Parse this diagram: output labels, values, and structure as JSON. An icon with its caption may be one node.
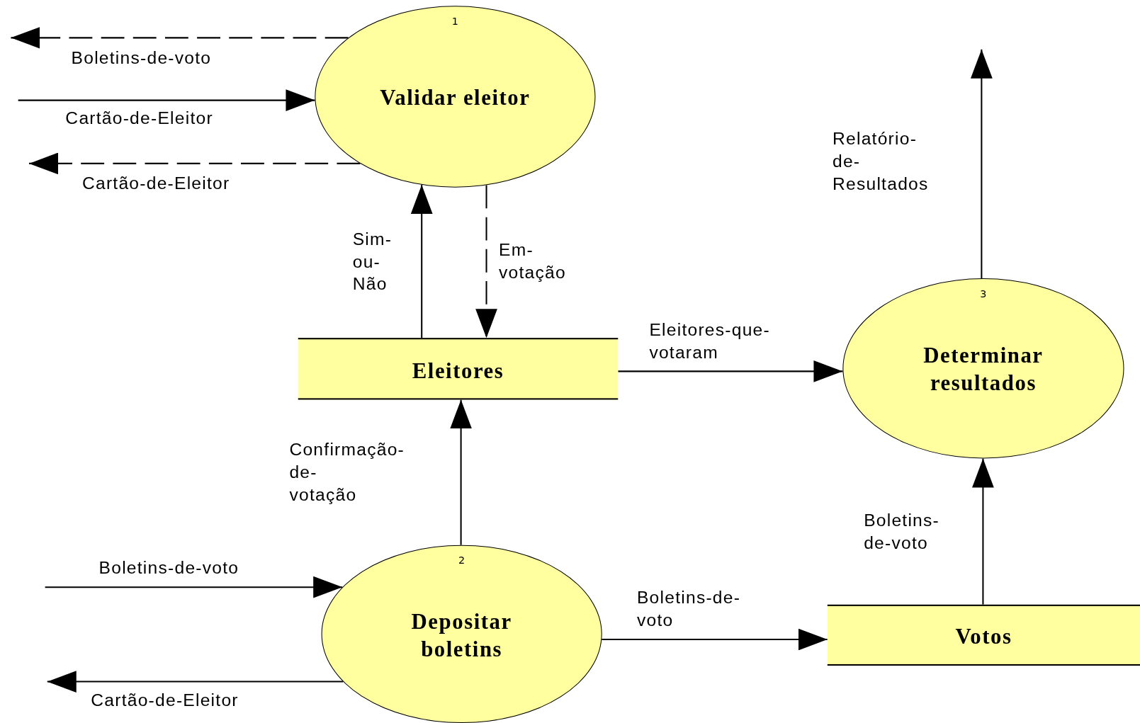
{
  "diagram": {
    "nodes": [
      {
        "text": [
          "1",
          "Validar eleitor"
        ]
      },
      {
        "text": [
          "Eleitores"
        ]
      },
      {
        "text": [
          "2",
          "Depositar boletins"
        ]
      },
      {
        "text": [
          "3",
          "Determinar resultados"
        ]
      },
      {
        "text": [
          "Votos"
        ]
      }
    ],
    "edges": [
      {
        "from": 0,
        "to": null,
        "arrow": "to",
        "label": "Boletins-de-voto",
        "style": "dashed"
      },
      {
        "from": null,
        "to": 0,
        "arrow": "to",
        "label": "Cartão-de-Eleitor"
      },
      {
        "from": 0,
        "to": null,
        "arrow": "to",
        "label": "Cartão-de-Eleitor",
        "style": "dashed"
      },
      {
        "from": 1,
        "to": 0,
        "arrow": "to",
        "label": "Sim- ou- Não"
      },
      {
        "from": 0,
        "to": 1,
        "arrow": "to",
        "label": "Em- votação",
        "style": "dashed"
      },
      {
        "from": 1,
        "to": 3,
        "arrow": "to",
        "label": "Eleitores-que- votaram"
      },
      {
        "from": 3,
        "to": null,
        "arrow": "to",
        "label": "Relatório- de- Resultados"
      },
      {
        "from": 2,
        "to": 1,
        "arrow": "to",
        "label": "Confirmação- de- votação"
      },
      {
        "from": null,
        "to": 2,
        "arrow": "to",
        "label": "Boletins-de-voto"
      },
      {
        "from": 2,
        "to": null,
        "arrow": "to",
        "label": "Cartão-de-Eleitor"
      },
      {
        "from": 2,
        "to": 4,
        "arrow": "to",
        "label": "Boletins-de- voto"
      },
      {
        "from": 4,
        "to": 3,
        "arrow": "to",
        "label": "Boletins- de-voto"
      }
    ]
  }
}
